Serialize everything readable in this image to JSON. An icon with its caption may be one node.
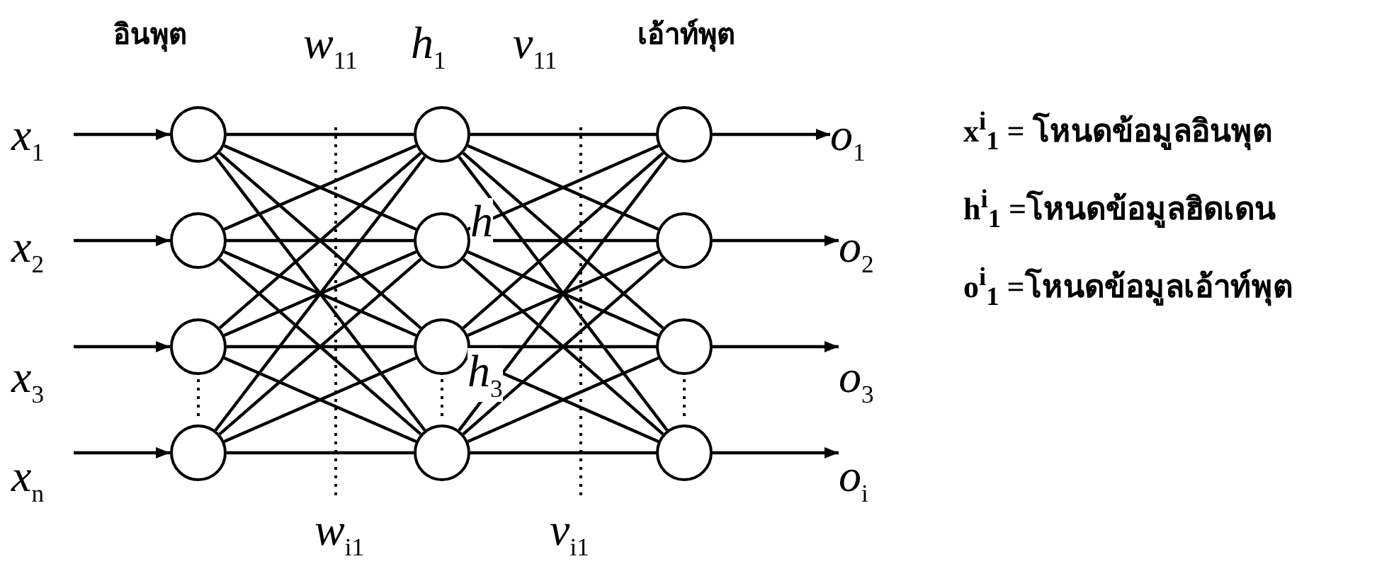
{
  "diagram": {
    "nodes": [
      {
        "text": [
          "x$_{1}$"
        ]
      },
      {
        "text": [
          "x$_{2}$"
        ]
      },
      {
        "text": [
          "x$_{3}$"
        ]
      },
      {
        "text": [
          "x$_{n}$"
        ]
      },
      {
        "text": [],
        "shape": "circle"
      },
      {
        "text": [],
        "shape": "circle"
      },
      {
        "text": [],
        "shape": "circle"
      },
      {
        "text": [],
        "shape": "circle"
      },
      {
        "text": [],
        "shape": "circle"
      },
      {
        "text": [],
        "shape": "circle"
      },
      {
        "text": [],
        "shape": "circle"
      },
      {
        "text": [],
        "shape": "circle"
      },
      {
        "text": [],
        "shape": "circle"
      },
      {
        "text": [],
        "shape": "circle"
      },
      {
        "text": [],
        "shape": "circle"
      },
      {
        "text": [],
        "shape": "circle"
      },
      {
        "text": [
          "o$_{1}$"
        ]
      },
      {
        "text": [
          "o$_{2}$"
        ]
      },
      {
        "text": [
          "o$_{3}$"
        ]
      },
      {
        "text": [
          "o$_{i}$"
        ]
      }
    ],
    "edges": [
      {
        "from": 0,
        "to": 4,
        "arrow": "to"
      },
      {
        "from": 1,
        "to": 5,
        "arrow": "to"
      },
      {
        "from": 2,
        "to": 6,
        "arrow": "to"
      },
      {
        "from": 3,
        "to": 7,
        "arrow": "to"
      },
      {
        "from": 4,
        "to": 8,
        "arrow": "none"
      },
      {
        "from": 4,
        "to": 9,
        "arrow": "none"
      },
      {
        "from": 4,
        "to": 10,
        "arrow": "none"
      },
      {
        "from": 4,
        "to": 11,
        "arrow": "none"
      },
      {
        "from": 5,
        "to": 8,
        "arrow": "none"
      },
      {
        "from": 5,
        "to": 9,
        "arrow": "none"
      },
      {
        "from": 5,
        "to": 10,
        "arrow": "none"
      },
      {
        "from": 5,
        "to": 11,
        "arrow": "none"
      },
      {
        "from": 6,
        "to": 8,
        "arrow": "none"
      },
      {
        "from": 6,
        "to": 9,
        "arrow": "none"
      },
      {
        "from": 6,
        "to": 10,
        "arrow": "none"
      },
      {
        "from": 6,
        "to": 11,
        "arrow": "none"
      },
      {
        "from": 7,
        "to": 8,
        "arrow": "none"
      },
      {
        "from": 7,
        "to": 9,
        "arrow": "none"
      },
      {
        "from": 7,
        "to": 10,
        "arrow": "none"
      },
      {
        "from": 7,
        "to": 11,
        "arrow": "none"
      },
      {
        "from": 8,
        "to": 12,
        "arrow": "none"
      },
      {
        "from": 8,
        "to": 13,
        "arrow": "none"
      },
      {
        "from": 8,
        "to": 14,
        "arrow": "none"
      },
      {
        "from": 8,
        "to": 15,
        "arrow": "none"
      },
      {
        "from": 9,
        "to": 12,
        "arrow": "none"
      },
      {
        "from": 9,
        "to": 13,
        "arrow": "none"
      },
      {
        "from": 9,
        "to": 14,
        "arrow": "none"
      },
      {
        "from": 9,
        "to": 15,
        "arrow": "none"
      },
      {
        "from": 10,
        "to": 12,
        "arrow": "none"
      },
      {
        "from": 10,
        "to": 13,
        "arrow": "none"
      },
      {
        "from": 10,
        "to": 14,
        "arrow": "none"
      },
      {
        "from": 10,
        "to": 15,
        "arrow": "none"
      },
      {
        "from": 11,
        "to": 12,
        "arrow": "none"
      },
      {
        "from": 11,
        "to": 13,
        "arrow": "none"
      },
      {
        "from": 11,
        "to": 14,
        "arrow": "none"
      },
      {
        "from": 11,
        "to": 15,
        "arrow": "none"
      },
      {
        "from": 12,
        "to": 16,
        "arrow": "to"
      },
      {
        "from": 13,
        "to": 17,
        "arrow": "to"
      },
      {
        "from": 14,
        "to": 18,
        "arrow": "to"
      },
      {
        "from": 15,
        "to": 19,
        "arrow": "to"
      }
    ],
    "labels": [
      "อินพุต",
      "w$_{11}$",
      "h$_{1}$",
      "v$_{11}$",
      "เอ้าท์พุต",
      "x$^{i}$$_{1}$ = โหนดข้อมูลอินพุต",
      "h",
      "h$^{i}$$_{1}$ =โหนดข้อมูลฮิดเดน",
      "o$^{i}$$_{1}$ =โหนดข้อมูลเอ้าท์พุต",
      "h$_{3}$",
      "w$_{i1}$",
      "v$_{i1}$"
    ]
  }
}
